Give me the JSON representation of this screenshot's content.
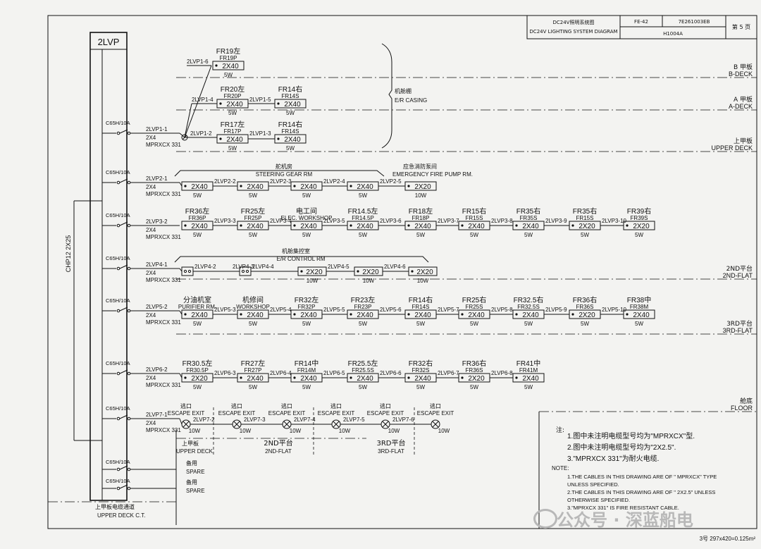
{
  "title_block": {
    "title_cn": "DC24V照明系统图",
    "title_en": "DC24V LIGHTING SYSTEM DIAGRAM",
    "code1": "FE-42",
    "code2": "7E261003EB",
    "sheet": "第 5 页",
    "code3": "H1004A"
  },
  "panel": {
    "name": "2LVP",
    "feeder": "CHP12  2X25"
  },
  "decks": [
    {
      "cn": "B 甲板",
      "en": "B-DECK"
    },
    {
      "cn": "A 甲板",
      "en": "A-DECK"
    },
    {
      "cn": "上甲板",
      "en": "UPPER DECK"
    },
    {
      "cn": "2ND平台",
      "en": "2ND-FLAT"
    },
    {
      "cn": "3RD平台",
      "en": "3RD-FLAT"
    },
    {
      "cn": "舱底",
      "en": "FLOOR"
    }
  ],
  "casing": {
    "cn": "机舱棚",
    "en": "E/R CASING"
  },
  "breakers": [
    {
      "rating": "C65H/10A",
      "id": "2LVP1-1",
      "cable1": "2X4",
      "cable2": "MPRXCX  331"
    },
    {
      "rating": "C65H/10A",
      "id": "2LVP2-1",
      "cable1": "2X4",
      "cable2": "MPRXCX  331"
    },
    {
      "rating": "C65H/10A",
      "id": "2LVP3-2",
      "cable1": "2X4",
      "cable2": "MPRXCX  331"
    },
    {
      "rating": "C65H/10A",
      "id": "2LVP4-1",
      "cable1": "2X4",
      "cable2": "MPRXCX  331"
    },
    {
      "rating": "C65H/10A",
      "id": "2LVP5-2",
      "cable1": "2X4",
      "cable2": "MPRXCX  331"
    },
    {
      "rating": "C65H/10A",
      "id": "2LVP6-2",
      "cable1": "2X4",
      "cable2": "MPRXCX  331"
    },
    {
      "rating": "C65H/10A",
      "id": "2LVP7-1",
      "cable1": "2X4",
      "cable2": "MPRXCX  331"
    }
  ],
  "spares": [
    {
      "rating": "C65H/10A",
      "cn": "备用",
      "en": "SPARE"
    },
    {
      "rating": "C65H/10A",
      "cn": "备用",
      "en": "SPARE"
    }
  ],
  "ct": {
    "cn": "上甲板电缆通道",
    "en": "UPPER DECK C.T."
  },
  "row1": {
    "fixtures": [
      {
        "name": "FR19左",
        "tag": "FR19P",
        "type": "2X40",
        "watt": "5W",
        "link": "2LVP1-6"
      },
      {
        "name": "FR20左",
        "tag": "FR20P",
        "type": "2X40",
        "watt": "5W",
        "link": "2LVP1-4"
      },
      {
        "name": "FR14右",
        "tag": "FR14S",
        "type": "2X40",
        "watt": "5W",
        "link": "2LVP1-5"
      },
      {
        "name": "FR17左",
        "tag": "FR17P",
        "type": "2X40",
        "watt": "5W",
        "link": "2LVP1-2"
      },
      {
        "name": "FR14右",
        "tag": "FR14S",
        "type": "2X40",
        "watt": "5W",
        "link": "2LVP1-3"
      }
    ]
  },
  "row2": {
    "area1": {
      "cn": "舵机房",
      "en": "STEERING GEAR RM"
    },
    "area2": {
      "cn": "应急消防泵间",
      "en": "EMERGENCY FIRE PUMP RM."
    },
    "fixtures": [
      {
        "type": "2X40",
        "watt": "5W"
      },
      {
        "type": "2X40",
        "watt": "5W",
        "link": "2LVP2-2"
      },
      {
        "type": "2X40",
        "watt": "5W",
        "link": "2LVP2-3"
      },
      {
        "type": "2X40",
        "watt": "5W",
        "link": "2LVP2-4"
      },
      {
        "type": "2X20",
        "watt": "10W",
        "link": "2LVP2-5"
      }
    ]
  },
  "row3": {
    "fixtures": [
      {
        "name": "FR36左",
        "tag": "FR36P",
        "type": "2X40",
        "watt": "5W"
      },
      {
        "name": "FR25左",
        "tag": "FR25P",
        "type": "2X40",
        "watt": "5W",
        "link": "2LVP3-3"
      },
      {
        "name": "电工间",
        "tag": "ELEC. WORKSHOP",
        "type": "2X40",
        "watt": "5W",
        "link": "2LVP3-4"
      },
      {
        "name": "FR14.5左",
        "tag": "FR14.5P",
        "type": "2X40",
        "watt": "5W",
        "link": "2LVP3-5"
      },
      {
        "name": "FR18左",
        "tag": "FR18P",
        "type": "2X40",
        "watt": "5W",
        "link": "2LVP3-6"
      },
      {
        "name": "FR15右",
        "tag": "FR15S",
        "type": "2X40",
        "watt": "5W",
        "link": "2LVP3-7"
      },
      {
        "name": "FR35右",
        "tag": "FR35S",
        "type": "2X40",
        "watt": "5W",
        "link": "2LVP3-8"
      },
      {
        "name": "FR35右",
        "tag": "FR15S",
        "type": "2X20",
        "watt": "5W",
        "link": "2LVP3-9"
      },
      {
        "name": "FR39右",
        "tag": "FR39S",
        "type": "2X20",
        "watt": "5W",
        "link": "2LVP3-10"
      }
    ]
  },
  "row4": {
    "area": {
      "cn": "机舱集控室",
      "en": "E/R CONTROL RM"
    },
    "sockets": [
      {
        "link": "2LVP4-2"
      },
      {
        "link": "2LVP4-3"
      }
    ],
    "fixtures": [
      {
        "type": "2X20",
        "watt": "10W",
        "link": "2LVP4-4"
      },
      {
        "type": "2X20",
        "watt": "10W",
        "link": "2LVP4-5"
      },
      {
        "type": "2X20",
        "watt": "10W",
        "link": "2LVP4-6"
      }
    ]
  },
  "row5": {
    "fixtures": [
      {
        "name": "分油机室",
        "tag": "PURIFIER RM.",
        "type": "2X40",
        "watt": "5W"
      },
      {
        "name": "机修间",
        "tag": "WORKSHOP",
        "type": "2X40",
        "watt": "5W",
        "link": "2LVP5-3"
      },
      {
        "name": "FR32左",
        "tag": "FR32P",
        "type": "2X40",
        "watt": "5W",
        "link": "2LVP5-4"
      },
      {
        "name": "FR23左",
        "tag": "FR23P",
        "type": "2X40",
        "watt": "5W",
        "link": "2LVP5-5"
      },
      {
        "name": "FR14右",
        "tag": "FR14S",
        "type": "2X40",
        "watt": "5W",
        "link": "2LVP5-6"
      },
      {
        "name": "FR25右",
        "tag": "FR25S",
        "type": "2X40",
        "watt": "5W",
        "link": "2LVP5-7"
      },
      {
        "name": "FR32.5右",
        "tag": "FR32.5S",
        "type": "2X40",
        "watt": "5W",
        "link": "2LVP5-8"
      },
      {
        "name": "FR36右",
        "tag": "FR36S",
        "type": "2X20",
        "watt": "5W",
        "link": "2LVP5-9"
      },
      {
        "name": "FR38中",
        "tag": "FR38M",
        "type": "2X40",
        "watt": "5W",
        "link": "2LVP5-10"
      }
    ]
  },
  "row6": {
    "fixtures": [
      {
        "name": "FR30.5左",
        "tag": "FR30.5P",
        "type": "2X20",
        "watt": "5W"
      },
      {
        "name": "FR27左",
        "tag": "FR27P",
        "type": "2X40",
        "watt": "5W",
        "link": "2LVP6-3"
      },
      {
        "name": "FR14中",
        "tag": "FR14M",
        "type": "2X40",
        "watt": "5W",
        "link": "2LVP6-4"
      },
      {
        "name": "FR25.5左",
        "tag": "FR25.5S",
        "type": "2X40",
        "watt": "5W",
        "link": "2LVP6-5"
      },
      {
        "name": "FR32右",
        "tag": "FR32S",
        "type": "2X40",
        "watt": "5W",
        "link": "2LVP6-6"
      },
      {
        "name": "FR36右",
        "tag": "FR36S",
        "type": "2X20",
        "watt": "5W",
        "link": "2LVP6-7"
      },
      {
        "name": "FR41中",
        "tag": "FR41M",
        "type": "2X40",
        "watt": "5W",
        "link": "2LVP6-8"
      }
    ]
  },
  "row7": {
    "exits": [
      {
        "cn": "逃口",
        "en": "ESCAPE EXIT",
        "watt": "10W",
        "link": "2LVP7-2"
      },
      {
        "cn": "逃口",
        "en": "ESCAPE EXIT",
        "watt": "10W",
        "link": "2LVP7-3"
      },
      {
        "cn": "逃口",
        "en": "ESCAPE EXIT",
        "watt": "10W",
        "link": "2LVP7-4"
      },
      {
        "cn": "逃口",
        "en": "ESCAPE EXIT",
        "watt": "10W",
        "link": "2LVP7-5"
      },
      {
        "cn": "逃口",
        "en": "ESCAPE EXIT",
        "watt": "10W",
        "link": "2LVP7-6"
      },
      {
        "cn": "逃口",
        "en": "ESCAPE EXIT",
        "watt": "10W"
      }
    ],
    "zones": [
      {
        "cn": "上甲板",
        "en": "UPPER DECK"
      },
      {
        "cn": "2ND平台",
        "en": "2ND-FLAT"
      },
      {
        "cn": "3RD平台",
        "en": "3RD-FLAT"
      }
    ]
  },
  "notes": {
    "head_cn": "注:",
    "cn": [
      "1.图中未注明电缆型号均为\"MPRXCX\"型.",
      "2.图中未注明电缆型号均为\"2X2.5\".",
      "3.\"MPRXCX  331\"为耐火电缆."
    ],
    "head_en": "NOTE:",
    "en": [
      "1.THE CABLES IN THIS DRAWING ARE OF \" MPRXCX\" TYPE",
      "   UNLESS SPECIFIED.",
      "2.THE CABLES IN THIS DRAWING ARE OF \" 2X2.5\" UNLESS",
      "   OTHERWISE SPECIFIED.",
      "3.\"MPRXCX  331\" IS FIRE RESISTANT CABLE."
    ]
  },
  "footer": "3号 297x420=0.125m²",
  "watermark": "公众号 · 深蓝船电"
}
